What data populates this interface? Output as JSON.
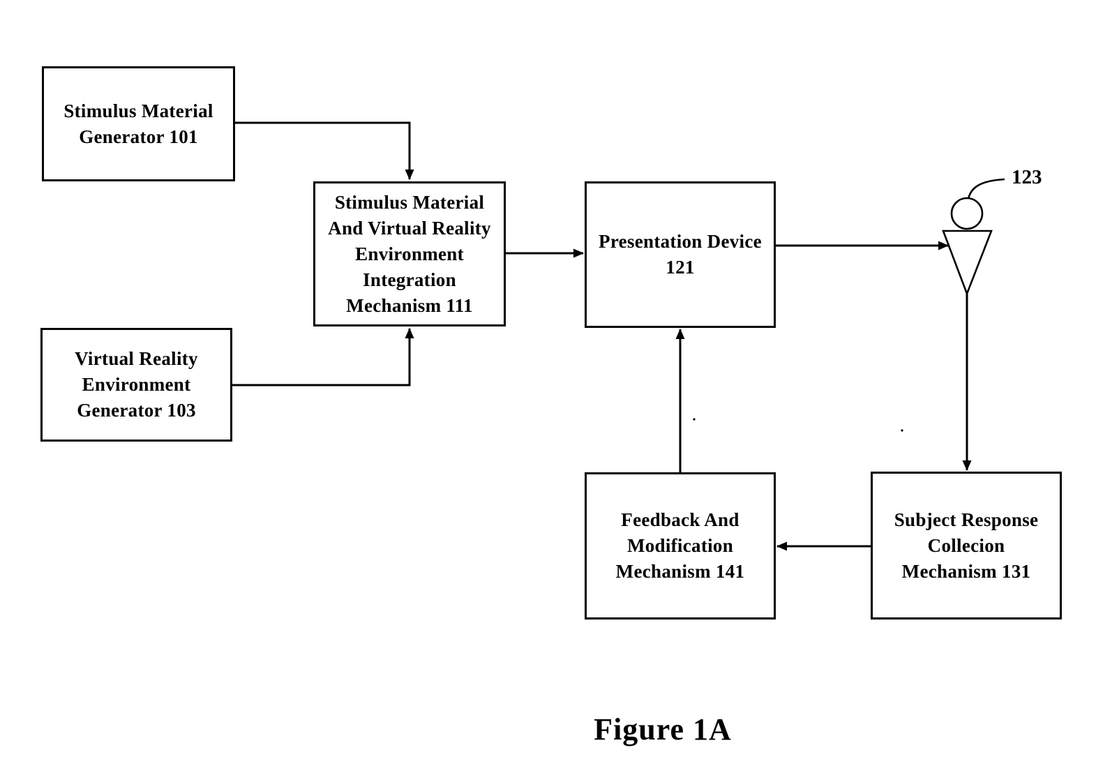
{
  "figure": {
    "caption": "Figure 1A"
  },
  "diagram": {
    "colors": {
      "ink": "#000000",
      "background": "#ffffff"
    },
    "boxes": [
      {
        "ref": "101",
        "name": "stimulus-material-generator",
        "lines": [
          "Stimulus Material",
          "Generator 101"
        ]
      },
      {
        "ref": "103",
        "name": "virtual-reality-environment-generator",
        "lines": [
          "Virtual Reality",
          "Environment",
          "Generator 103"
        ]
      },
      {
        "ref": "111",
        "name": "stimulus-material-and-virtual-reality-environment-integration-mechanism",
        "lines": [
          "Stimulus Material",
          "And Virtual Reality",
          "Environment",
          "Integration",
          "Mechanism 111"
        ]
      },
      {
        "ref": "121",
        "name": "presentation-device",
        "lines": [
          "Presentation Device",
          "121"
        ]
      },
      {
        "ref": "131",
        "name": "subject-response-collection-mechanism",
        "lines": [
          "Subject Response",
          "Collecion",
          "Mechanism 131"
        ]
      },
      {
        "ref": "141",
        "name": "feedback-and-modification-mechanism",
        "lines": [
          "Feedback And",
          "Modification",
          "Mechanism 141"
        ]
      }
    ],
    "subject": {
      "ref": "123",
      "icon": "person-icon"
    },
    "edges": [
      {
        "from": "101",
        "to": "111"
      },
      {
        "from": "103",
        "to": "111"
      },
      {
        "from": "111",
        "to": "121"
      },
      {
        "from": "121",
        "to": "123"
      },
      {
        "from": "123",
        "to": "131"
      },
      {
        "from": "131",
        "to": "141"
      },
      {
        "from": "141",
        "to": "121"
      }
    ]
  }
}
